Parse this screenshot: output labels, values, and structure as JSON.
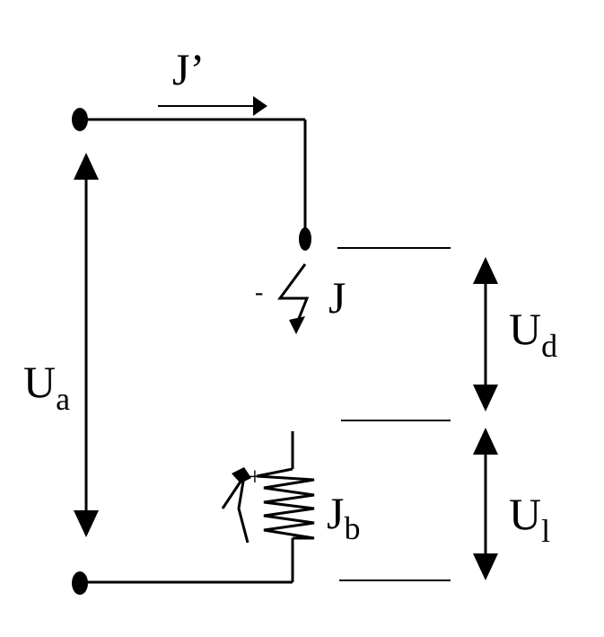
{
  "labels": {
    "current_top": "J’",
    "current_arc": "J",
    "current_bottom": "J",
    "current_bottom_sub": "b",
    "voltage_total": "U",
    "voltage_total_sub": "a",
    "voltage_d": "U",
    "voltage_d_sub": "d",
    "voltage_l": "U",
    "voltage_l_sub": "l",
    "minus_sign": "-",
    "plus_sign": "+"
  }
}
